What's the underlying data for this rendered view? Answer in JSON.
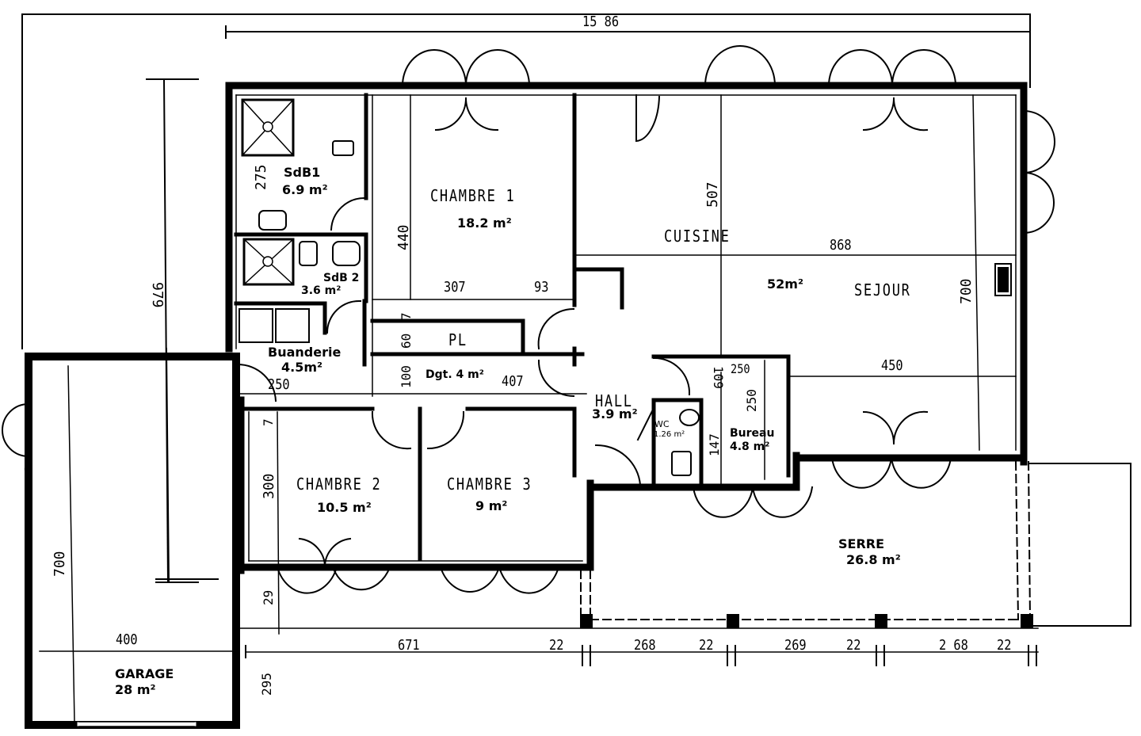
{
  "plan": {
    "overall_width": "15 86",
    "overall_depth": "979",
    "rooms": {
      "sdb1": {
        "name": "SdB1",
        "area": "6.9 m²"
      },
      "sdb2": {
        "name": "SdB 2",
        "area": "3.6 m²"
      },
      "buanderie": {
        "name": "Buanderie",
        "area": "4.5m²"
      },
      "chambre1": {
        "name": "CHAMBRE 1",
        "area": "18.2 m²"
      },
      "pl": {
        "name": "PL"
      },
      "degagement": {
        "name": "Dgt. 4 m²"
      },
      "cuisine": {
        "name": "CUISINE"
      },
      "sejour": {
        "name": "SEJOUR",
        "area": "52m²"
      },
      "hall": {
        "name": "HALL",
        "area": "3.9 m²"
      },
      "wc": {
        "name": "WC",
        "area": "1.26 m²"
      },
      "bureau": {
        "name": "Bureau",
        "area": "4.8 m²"
      },
      "chambre2": {
        "name": "CHAMBRE 2",
        "area": "10.5 m²"
      },
      "chambre3": {
        "name": "CHAMBRE 3",
        "area": "9 m²"
      },
      "serre": {
        "name": "SERRE",
        "area": "26.8 m²"
      },
      "garage": {
        "name": "GARAGE",
        "area": "28  m²"
      }
    },
    "dimensions": {
      "sdb_275": "275",
      "ch1_440": "440",
      "ch1_307": "307",
      "ch1_93": "93",
      "pl_60": "60",
      "pl_7": "7",
      "dgt_100": "100",
      "dgt_250": "250",
      "dgt_407": "407",
      "cuisine_507": "507",
      "sejour_868": "868",
      "sejour_700": "700",
      "sejour_450": "450",
      "bureau_250a": "250",
      "bureau_250b": "250",
      "wc_109": "109",
      "wc_147": "147",
      "ch2_7": "7",
      "ch2_300": "300",
      "ch2_29": "29",
      "garage_700": "700",
      "garage_400": "400",
      "garage_295": "295",
      "bottom_671": "671",
      "bottom_22a": "22",
      "bottom_268a": "268",
      "bottom_22b": "22",
      "bottom_269": "269",
      "bottom_22c": "22",
      "bottom_268b": "2 68",
      "bottom_22d": "22"
    }
  }
}
